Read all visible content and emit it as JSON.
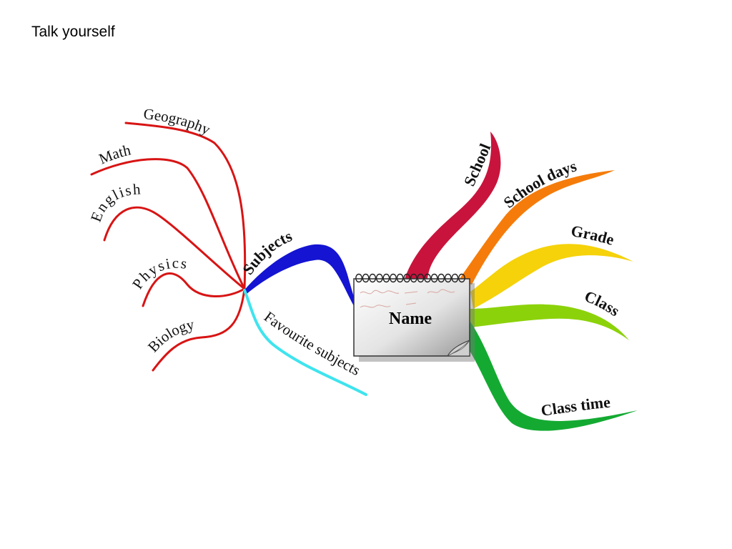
{
  "slide": {
    "title": "Talk yourself"
  },
  "mindmap": {
    "center": {
      "label": "Name",
      "icon": "notepad-icon"
    },
    "branches": {
      "subjects": "Subjects",
      "favourite_subjects": "Favourite subjects",
      "school": "School",
      "school_days": "School days",
      "grade": "Grade",
      "class": "Class",
      "class_time": "Class time"
    },
    "sub_branches": {
      "geography": "Geography",
      "math": "Math",
      "english": "English",
      "physics": "Physics",
      "biology": "Biology"
    },
    "colors": {
      "subjects": "#1414d2",
      "favourite": "#3fe4ee",
      "subject_twigs": "#d81414",
      "school": "#c8143c",
      "school_days": "#f57c0a",
      "grade": "#f5d20a",
      "class": "#8cd20a",
      "class_time": "#14aa32"
    }
  }
}
